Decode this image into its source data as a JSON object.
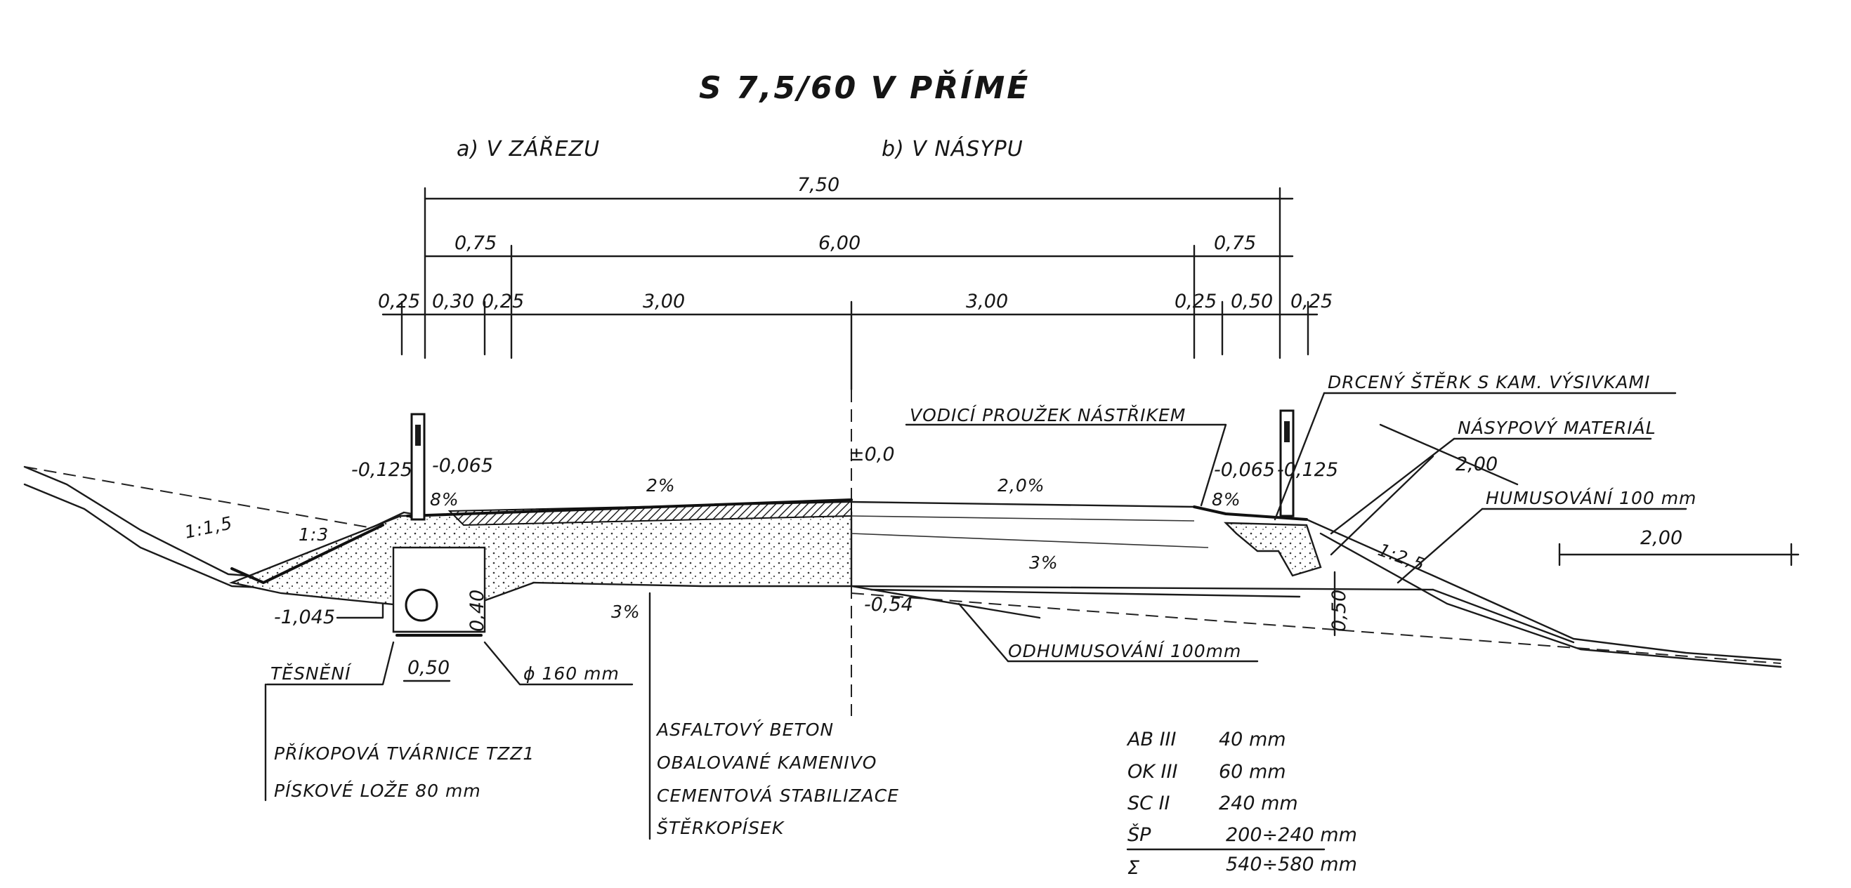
{
  "title": "S 7,5/60 V PŘÍMÉ",
  "subtitles": {
    "cut": "a) V ZÁŘEZU",
    "fill": "b) V NÁSYPU"
  },
  "dimensions": {
    "total": "7,50",
    "left_shoulder": "0,75",
    "carriageway": "6,00",
    "right_shoulder": "0,75",
    "d1": "0,25",
    "d2": "0,30",
    "d3": "0,25",
    "lane_left": "3,00",
    "lane_right": "3,00",
    "d4": "0,25",
    "d5": "0,50",
    "d6": "0,25",
    "berm": "2,00",
    "berm_top": "2,00",
    "pipe_depth": "0,40",
    "fill_depth": "0,50",
    "channel_width": "0,50"
  },
  "levels": {
    "axis": "±0,0",
    "left_edge": "-0,125",
    "left_shoulder": "-0,065",
    "right_shoulder": "-0,065",
    "right_edge": "-0,125",
    "ditch": "-1,045",
    "subgrade": "-0,54"
  },
  "slopes": {
    "carriageway_left": "2%",
    "carriageway_right": "2,0%",
    "shoulder_left": "8%",
    "shoulder_right": "8%",
    "subgrade_left": "3%",
    "subgrade_right": "3%",
    "cut_slope": "1:3",
    "ditch_slope": "1:1,5",
    "fill_slope": "1:2,5"
  },
  "labels": {
    "guide_strip": "VODICÍ PROUŽEK NÁSTŘIKEM",
    "gravel": "DRCENÝ ŠTĚRK S KAM. VÝSIVKAMI",
    "fill_material": "NÁSYPOVÝ MATERIÁL",
    "topsoil": "HUMUSOVÁNÍ 100 mm",
    "topsoil_removal": "ODHUMUSOVÁNÍ 100mm",
    "sealing": "TĚSNĚNÍ",
    "pipe": "ϕ 160 mm",
    "ditch_block": "PŘÍKOPOVÁ TVÁRNICE TZZ1",
    "sand_bed": "PÍSKOVÉ LOŽE 80 mm",
    "layers": [
      "ASFALTOVÝ BETON",
      "OBALOVANÉ KAMENIVO",
      "CEMENTOVÁ STABILIZACE",
      "ŠTĚRKOPÍSEK"
    ]
  },
  "layer_table": [
    {
      "code": "AB III",
      "thickness": "40 mm"
    },
    {
      "code": "OK III",
      "thickness": "60 mm"
    },
    {
      "code": "SC II",
      "thickness": "240 mm"
    },
    {
      "code": "ŠP",
      "thickness": "200÷240 mm"
    },
    {
      "code": "Σ",
      "thickness": "540÷580 mm"
    }
  ]
}
